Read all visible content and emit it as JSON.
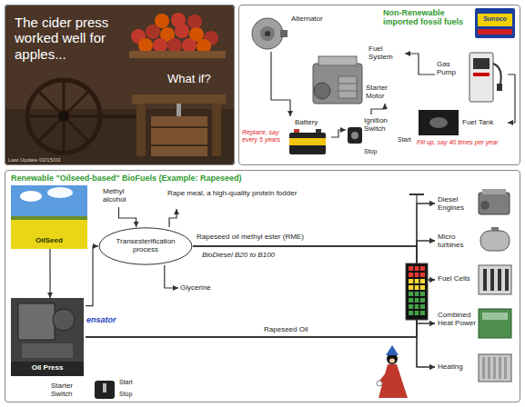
{
  "diagram": {
    "nodes": [
      {
        "text": [
          "The cider press worked well for apples...",
          "What if?"
        ]
      },
      {
        "text": [
          "Non-Renewable imported fossil fuels"
        ]
      },
      {
        "text": [
          "Alternator"
        ],
        "in": 1
      },
      {
        "text": [
          "Fuel System"
        ],
        "in": 1
      },
      {
        "text": [
          "Starter Motor"
        ],
        "in": 1
      },
      {
        "text": [
          "Battery"
        ],
        "in": 1
      },
      {
        "text": [
          "Ignition Switch"
        ],
        "in": 1
      },
      {
        "text": [
          "Gas Pump"
        ],
        "in": 1
      },
      {
        "text": [
          "Fuel Tank"
        ],
        "in": 1
      },
      {
        "text": [
          "Renewable \"Oilseed-based\" BioFuels (Example: Rapeseed)"
        ]
      },
      {
        "text": [
          "OilSeed"
        ],
        "in": 9
      },
      {
        "text": [
          "Methyl alcohol"
        ],
        "in": 9
      },
      {
        "text": [
          "Transesterification process"
        ],
        "in": 9
      },
      {
        "text": [
          "Rape meal, a high-quality protein fodder"
        ],
        "in": 9
      },
      {
        "text": [
          "Glycerine"
        ],
        "in": 9
      },
      {
        "text": [
          "Oil Press"
        ],
        "in": 9
      },
      {
        "text": [
          "Diesel Engines"
        ],
        "in": 9
      },
      {
        "text": [
          "Micro turbines"
        ],
        "in": 9
      },
      {
        "text": [
          "Fuel Cells"
        ],
        "in": 9
      },
      {
        "text": [
          "Combined Heat Power"
        ],
        "in": 9
      },
      {
        "text": [
          "Heating"
        ],
        "in": 9
      },
      {
        "text": [
          "Starter Switch"
        ],
        "in": 9
      }
    ],
    "edges": [
      {
        "from": 7,
        "to": 3,
        "arrow": "to"
      },
      {
        "from": 7,
        "to": 8,
        "arrow": "to"
      },
      {
        "from": 2,
        "to": 5,
        "arrow": "to"
      },
      {
        "from": 5,
        "to": 6,
        "arrow": "to"
      },
      {
        "from": 6,
        "to": 4,
        "arrow": "to"
      },
      {
        "from": 10,
        "to": 15,
        "arrow": "to"
      },
      {
        "from": 15,
        "to": 12,
        "arrow": "to"
      },
      {
        "from": 11,
        "to": 12,
        "arrow": "to"
      },
      {
        "from": 12,
        "to": 13,
        "arrow": "to"
      },
      {
        "from": 12,
        "to": 14,
        "arrow": "to"
      },
      {
        "from": 12,
        "to": 16,
        "label": "Rapeseed oil methyl ester (RME)",
        "arrow": "to"
      },
      {
        "from": 12,
        "to": 17,
        "arrow": "to"
      },
      {
        "from": 12,
        "to": 18,
        "arrow": "to"
      },
      {
        "from": 12,
        "to": 19,
        "arrow": "to"
      },
      {
        "from": 12,
        "to": 20,
        "arrow": "to"
      },
      {
        "from": 15,
        "to": 16,
        "label": "Rapeseed Oil",
        "arrow": "to"
      },
      {
        "from": 15,
        "to": 17,
        "arrow": "to"
      },
      {
        "from": 15,
        "to": 18,
        "arrow": "to"
      },
      {
        "from": 15,
        "to": 19,
        "arrow": "to"
      },
      {
        "from": 15,
        "to": 20,
        "arrow": "to"
      }
    ],
    "labels": [
      "Last Update 03/15/03",
      "Sunoco",
      "Start",
      "Stop",
      "Replace, say every 5 years",
      "Fill up, say 40 times per year",
      "BioDiesel B20 to B100",
      "ensator",
      "Start",
      "Stop"
    ]
  }
}
